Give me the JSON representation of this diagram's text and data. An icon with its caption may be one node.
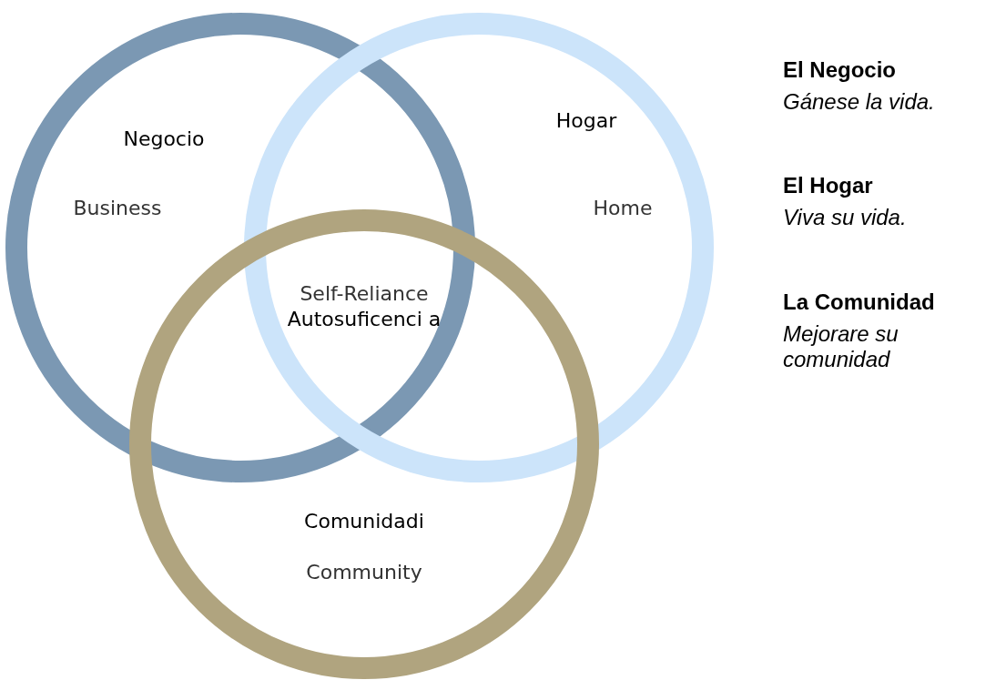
{
  "diagram": {
    "nodes": [
      {
        "text": [
          "Negocio",
          "Business"
        ]
      },
      {
        "text": [
          "Hogar",
          "Home"
        ]
      },
      {
        "text": [
          "Comunidadi",
          "Community"
        ]
      }
    ],
    "labels": [
      "Self-Reliance",
      "Autosuficenci a",
      "El Negocio",
      "Gánese la vida.",
      "El Hogar",
      "Viva su vida.",
      "La Comunidad",
      "Mejorare su comunidad"
    ]
  }
}
